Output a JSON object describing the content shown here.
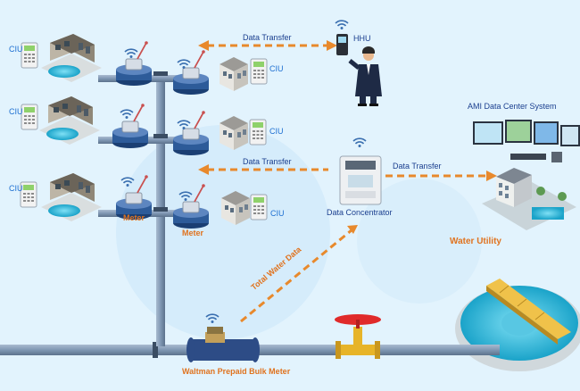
{
  "labels": {
    "ciu": "CIU",
    "meter": "Meter",
    "hhu": "HHU",
    "data_transfer": "Data Transfer",
    "ami": "AMI Data Center System",
    "data_concentrator": "Data Concentrator",
    "water_utility": "Water Utility",
    "total_water_data": "Total Water Data",
    "bulk_meter": "Waltman Prepaid Bulk Meter"
  },
  "colors": {
    "pipe": "#7f97b3",
    "arrow": "#e8892c",
    "label_blue": "#1d6fd1",
    "label_orange": "#e0731f",
    "background": "#e2f3fd",
    "valve": "#e02a2a"
  }
}
